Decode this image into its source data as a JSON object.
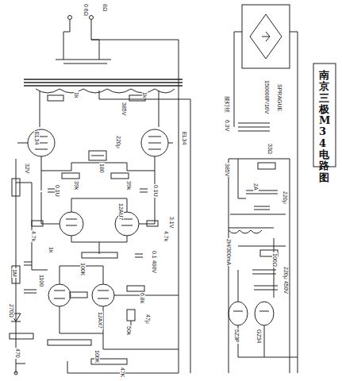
{
  "diagram": {
    "title": "南京三极M34电路图",
    "labels": [
      "0 6Ω",
      "8Ω",
      "385V",
      "1k",
      "1k",
      "EL34",
      "EL34",
      "180",
      "220μ",
      "39k",
      "39k",
      "0.1U",
      "0.1U",
      "12AU7",
      "3.1V",
      "4.7k",
      "4.7k",
      "1k",
      "0.1 400V",
      "1100",
      "12AX7",
      "32V",
      "1M",
      "270Ω",
      "470",
      "100K",
      "6.8k",
      "47μ",
      "50k",
      "100K",
      "47K",
      "接灯丝",
      "6.3V",
      "150000P/16V",
      "SPRAGUE",
      "33Ω",
      "385V",
      "2A",
      "220μ",
      "2H/300mA",
      "100Ω",
      "220μ 450V",
      "5Z3P",
      "GZ34"
    ]
  }
}
